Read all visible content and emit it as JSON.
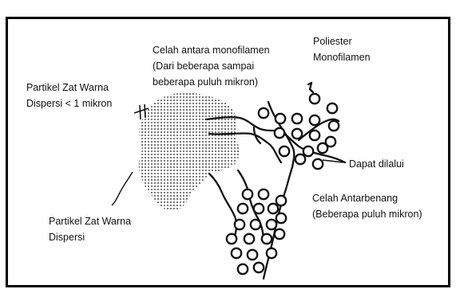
{
  "colors": {
    "background": "#ffffff",
    "ink": "#111111",
    "particle_dot": "#555555",
    "frame": "#000000"
  },
  "labels": {
    "gap_title": "Celah antara monofilamen",
    "gap_detail_1": "(Dari beberapa sampai",
    "gap_detail_2": "beberapa puluh mikron)",
    "polyester_1": "Poliester",
    "polyester_2": "Monofilamen",
    "dye_small_1": "Partikel Zat Warna",
    "dye_small_2": "Dispersi < 1 mikron",
    "passable": "Dapat dilalui",
    "interfiber_1": "Celah Antarbenang",
    "interfiber_2": "(Beberapa puluh mikron)",
    "dye_disperse_1": "Partikel Zat Warna",
    "dye_disperse_2": "Dispersi"
  }
}
